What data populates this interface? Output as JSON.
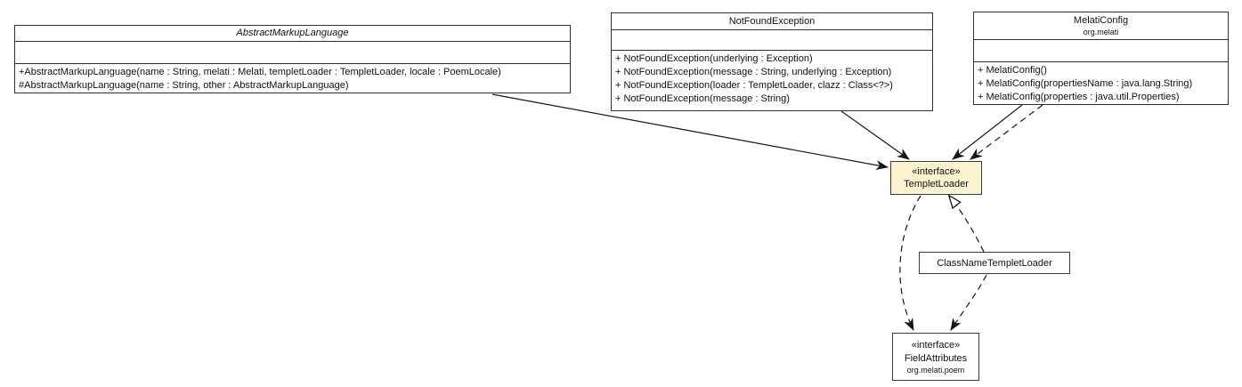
{
  "diagram": {
    "kind": "uml-class-diagram",
    "colors": {
      "background": "#ffffff",
      "class_fill": "#ffffff",
      "highlight_fill": "#fcf4cf",
      "border": "#2f2f2f",
      "edge": "#161616"
    },
    "classes": [
      {
        "name": "AbstractMarkupLanguage",
        "abstract": true,
        "methods": [
          "+AbstractMarkupLanguage(name : String, melati : Melati, templetLoader : TempletLoader, locale : PoemLocale)",
          "#AbstractMarkupLanguage(name : String, other : AbstractMarkupLanguage)"
        ]
      },
      {
        "name": "NotFoundException",
        "methods": [
          "+ NotFoundException(underlying : Exception)",
          "+ NotFoundException(message : String, underlying : Exception)",
          "+ NotFoundException(loader : TempletLoader, clazz : Class<?>)",
          "+ NotFoundException(message : String)"
        ]
      },
      {
        "name": "MelatiConfig",
        "package": "org.melati",
        "methods": [
          "+ MelatiConfig()",
          "+ MelatiConfig(propertiesName : java.lang.String)",
          "+ MelatiConfig(properties : java.util.Properties)"
        ]
      },
      {
        "name": "TempletLoader",
        "stereotype": "«interface»",
        "highlighted": true
      },
      {
        "name": "ClassNameTempletLoader"
      },
      {
        "name": "FieldAttributes",
        "stereotype": "«interface»",
        "package": "org.melati.poem"
      }
    ],
    "relations": [
      {
        "from": "AbstractMarkupLanguage",
        "to": "TempletLoader",
        "line": "solid",
        "arrow": "filled"
      },
      {
        "from": "NotFoundException",
        "to": "TempletLoader",
        "line": "solid",
        "arrow": "filled"
      },
      {
        "from": "MelatiConfig",
        "to": "TempletLoader",
        "line": "solid",
        "arrow": "filled"
      },
      {
        "from": "MelatiConfig",
        "to": "TempletLoader",
        "line": "dashed",
        "arrow": "filled"
      },
      {
        "from": "ClassNameTempletLoader",
        "to": "TempletLoader",
        "line": "dashed",
        "arrow": "hollow-triangle"
      },
      {
        "from": "TempletLoader",
        "to": "FieldAttributes",
        "line": "dashed",
        "arrow": "filled"
      },
      {
        "from": "ClassNameTempletLoader",
        "to": "FieldAttributes",
        "line": "dashed",
        "arrow": "filled"
      }
    ]
  }
}
